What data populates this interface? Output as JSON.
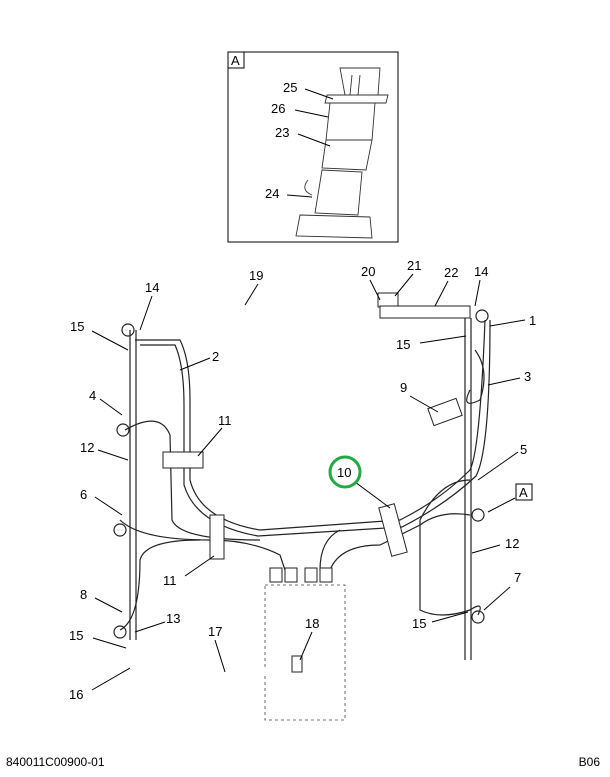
{
  "diagram": {
    "inset_label": "A",
    "inset_callouts": [
      "25",
      "26",
      "23",
      "24"
    ],
    "callouts": [
      "14",
      "19",
      "20",
      "21",
      "22",
      "14",
      "1",
      "15",
      "15",
      "2",
      "3",
      "4",
      "9",
      "11",
      "12",
      "5",
      "10",
      "6",
      "A",
      "12",
      "11",
      "8",
      "13",
      "7",
      "15",
      "15",
      "17",
      "18",
      "16"
    ],
    "highlight_color": "#22aa44",
    "highlighted_callout": "10"
  },
  "footer": {
    "drawing_number": "840011C00900-01",
    "page_code": "B06"
  }
}
